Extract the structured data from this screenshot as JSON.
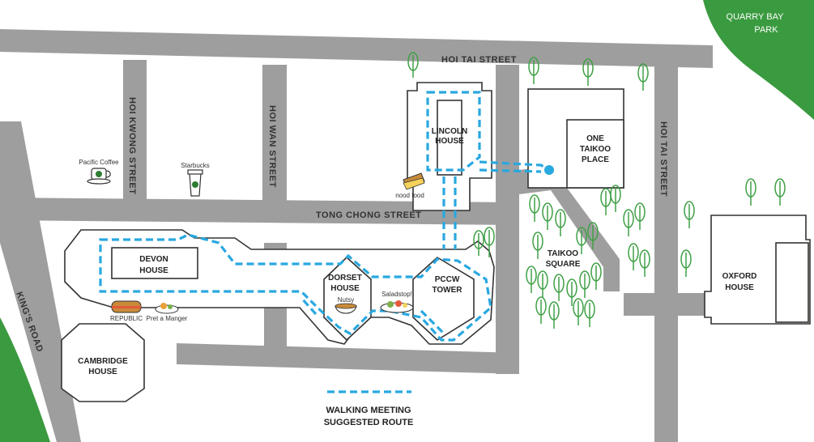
{
  "colors": {
    "road": "#9e9e9e",
    "park": "#3a9a3f",
    "route": "#29a8e0",
    "tree": "#3fa046",
    "building_stroke": "#333333"
  },
  "streets": {
    "hoi_tai_top": "HOI TAI STREET",
    "hoi_tai_vertical": "HOI TAI STREET",
    "hoi_kwong": "HOI KWONG STREET",
    "hoi_wan": "HOI WAN STREET",
    "tong_chong": "TONG CHONG STREET",
    "kings_road": "KING'S ROAD"
  },
  "parks": {
    "quarry_bay_line1": "QUARRY BAY",
    "quarry_bay_line2": "PARK"
  },
  "buildings": {
    "lincoln_1": "LINCOLN",
    "lincoln_2": "HOUSE",
    "one_taikoo_1": "ONE",
    "one_taikoo_2": "TAIKOO",
    "one_taikoo_3": "PLACE",
    "devon_1": "DEVON",
    "devon_2": "HOUSE",
    "dorset_1": "DORSET",
    "dorset_2": "HOUSE",
    "pccw_1": "PCCW",
    "pccw_2": "TOWER",
    "taikoo_square_1": "TAIKOO",
    "taikoo_square_2": "SQUARE",
    "oxford_1": "OXFORD",
    "oxford_2": "HOUSE",
    "cambridge_1": "CAMBRIDGE",
    "cambridge_2": "HOUSE"
  },
  "food": {
    "pacific_coffee": "Pacific Coffee",
    "starbucks": "Starbucks",
    "nood_food": "nood food",
    "republic": "REPUBLIC",
    "pret": "Pret a Manger",
    "nutsy": "Nutsy",
    "saladstop": "Saladstop!"
  },
  "legend": {
    "line1": "WALKING MEETING",
    "line2": "SUGGESTED ROUTE"
  }
}
